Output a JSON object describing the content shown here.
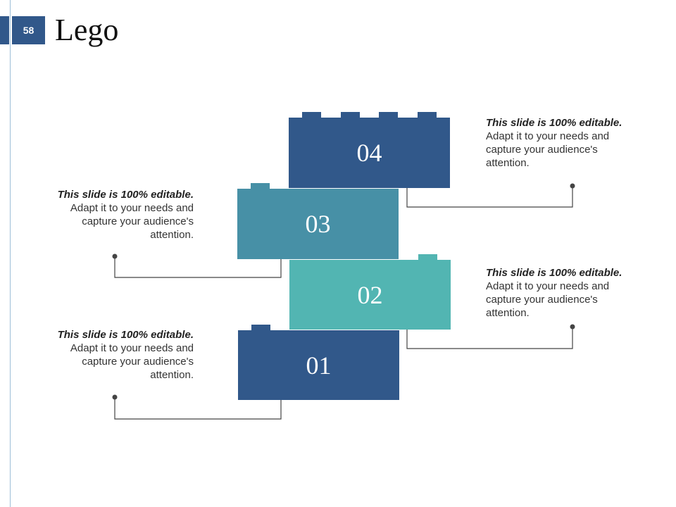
{
  "slide": {
    "page_number": "58",
    "title": "Lego"
  },
  "colors": {
    "navy": "#31588a",
    "teal": "#4790a6",
    "aqua": "#52b5b2",
    "connector": "#444444"
  },
  "blocks": [
    {
      "label": "01",
      "color": "#31588a"
    },
    {
      "label": "02",
      "color": "#52b5b2"
    },
    {
      "label": "03",
      "color": "#4790a6"
    },
    {
      "label": "04",
      "color": "#31588a"
    }
  ],
  "callouts": [
    {
      "lead": "This slide is 100% editable.",
      "body": "Adapt it to your needs and capture your audience's attention."
    },
    {
      "lead": "This slide is 100% editable.",
      "body": "Adapt it to your needs and capture your audience's attention."
    },
    {
      "lead": "This slide is 100% editable.",
      "body": "Adapt it to your needs and capture your audience's attention."
    },
    {
      "lead": "This slide is 100% editable.",
      "body": "Adapt it to your needs and capture your audience's attention."
    }
  ]
}
